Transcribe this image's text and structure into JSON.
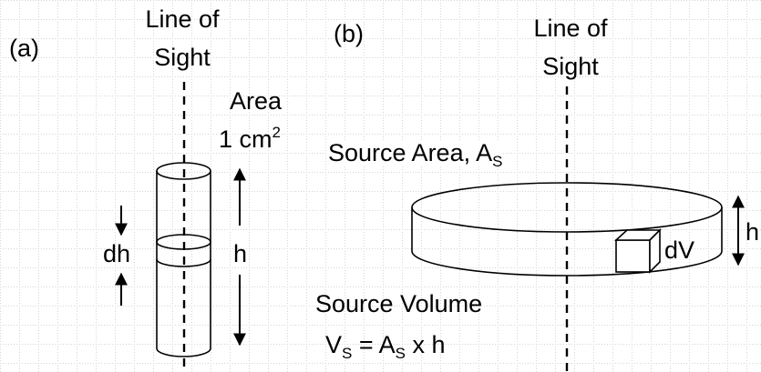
{
  "panel_a": {
    "tag": "(a)",
    "los_line1": "Line of",
    "los_line2": "Sight",
    "area_line1": "Area",
    "area_value": "1 cm",
    "area_exp": "2",
    "dh": "dh",
    "h": "h"
  },
  "panel_b": {
    "tag": "(b)",
    "los_line1": "Line of",
    "los_line2": "Sight",
    "source_area": "Source Area, A",
    "source_area_sub": "S",
    "dv": "dV",
    "h": "h",
    "source_volume": "Source Volume",
    "eq_v": "V",
    "eq_v_sub": "S",
    "eq_mid": " = A",
    "eq_a_sub": "S",
    "eq_end": " x h"
  },
  "colors": {
    "stroke": "#000000",
    "grid": "#d4d4d4",
    "background": "#ffffff"
  }
}
